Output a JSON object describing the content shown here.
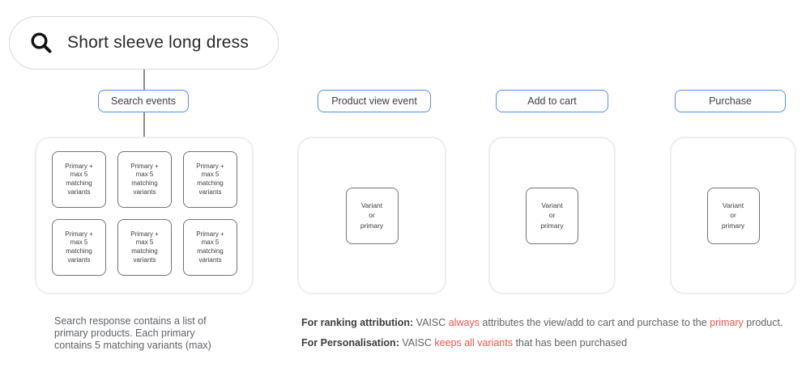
{
  "search": {
    "icon": "magnifier",
    "query": "Short sleeve long dress"
  },
  "columns": [
    {
      "label": "Search events",
      "boxes": [
        "Primary +\nmax 5\nmatching\nvariants",
        "Primary +\nmax 5\nmatching\nvariants",
        "Primary +\nmax 5\nmatching\nvariants",
        "Primary +\nmax 5\nmatching\nvariants",
        "Primary +\nmax 5\nmatching\nvariants",
        "Primary +\nmax 5\nmatching\nvariants"
      ]
    },
    {
      "label": "Product view event",
      "box": "Variant\nor\nprimary"
    },
    {
      "label": "Add to cart",
      "box": "Variant\nor\nprimary"
    },
    {
      "label": "Purchase",
      "box": "Variant\nor\nprimary"
    }
  ],
  "notes": {
    "search_note": "Search response contains a list of\nprimary products. Each primary\ncontains 5 matching variants (max)",
    "ranking": [
      {
        "text": "For ranking attribution:",
        "style": "bold"
      },
      {
        "text": " VAISC ",
        "style": "normal"
      },
      {
        "text": "always",
        "style": "red"
      },
      {
        "text": " attributes the view/add to cart and purchase to the ",
        "style": "normal"
      },
      {
        "text": "primary",
        "style": "red"
      },
      {
        "text": " product.",
        "style": "normal"
      }
    ],
    "personalisation": [
      {
        "text": "For Personalisation:",
        "style": "bold"
      },
      {
        "text": " VAISC ",
        "style": "normal"
      },
      {
        "text": "keeps all variants",
        "style": "red"
      },
      {
        "text": " that has been purchased",
        "style": "normal"
      }
    ]
  },
  "colors": {
    "accent_blue": "#548ff2",
    "attention_red": "#f0544c",
    "pill_border": "#d7d9dc",
    "bucket_border": "#ededf0",
    "box_border": "#6f7479",
    "text_dark": "#27292c",
    "text_gray": "#5f6368"
  }
}
